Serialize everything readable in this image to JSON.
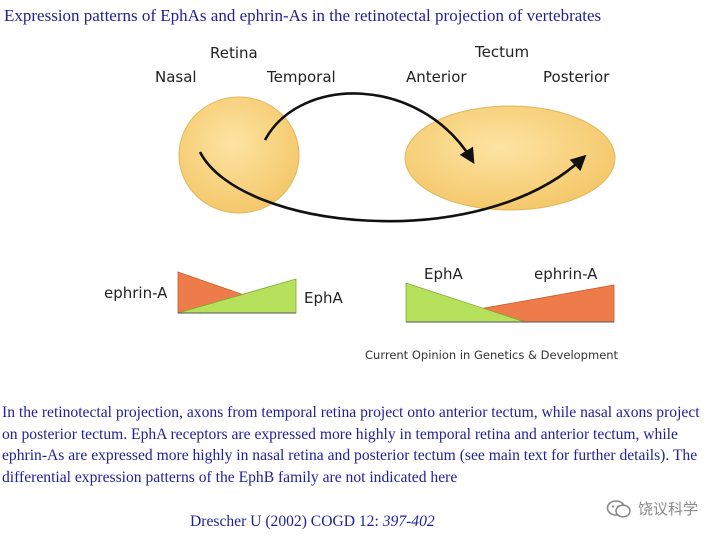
{
  "title": "Expression patterns of EphAs and ephrin-As in the retinotectal projection of vertebrates",
  "diagram": {
    "retina_label": "Retina",
    "nasal_label": "Nasal",
    "temporal_label": "Temporal",
    "tectum_label": "Tectum",
    "anterior_label": "Anterior",
    "posterior_label": "Posterior",
    "retina_gradient": {
      "ephrinA_label": "ephrin-A",
      "ephA_label": "EphA"
    },
    "tectum_gradient": {
      "ephA_label": "EphA",
      "ephrinA_label": "ephrin-A"
    },
    "source_credit": "Current Opinion in Genetics & Development",
    "colors": {
      "tissue_fill": "#f9d889",
      "ephrin_fill": "#ee7b4a",
      "epha_fill": "#b7e15c",
      "arrow": "#111111"
    }
  },
  "caption": "In the retinotectal projection, axons from temporal retina project onto anterior tectum, while nasal axons project on posterior tectum. EphA receptors are expressed more highly in temporal retina and anterior tectum, while ephrin-As are expressed more highly in nasal retina and posterior tectum (see main text for further details). The differential expression patterns of the EphB family are not indicated here",
  "citation": {
    "text": "Drescher U (2002) COGD 12: ",
    "pages": "397-402"
  },
  "watermark": {
    "text": "饶议科学",
    "icon": "wechat-icon"
  }
}
